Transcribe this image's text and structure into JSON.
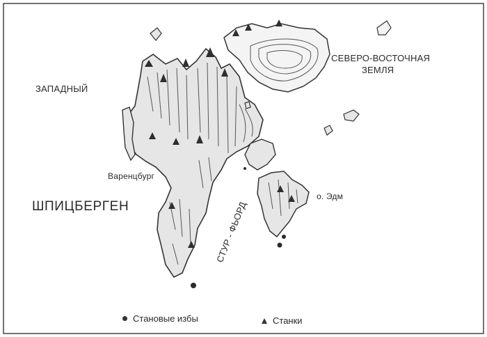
{
  "labels": {
    "west": "ЗАПАДНЫЙ",
    "spitsbergen": "ШПИЦБЕРГЕН",
    "northeast_line1": "СЕВЕРО-ВОСТОЧНАЯ",
    "northeast_line2": "ЗЕМЛЯ",
    "barentsburg": "Варенцбург",
    "fjord": "СТУР - ФЬОРД",
    "edge_island": "о. Эдм"
  },
  "legend": {
    "huts": "Становые избы",
    "stations": "Станки"
  },
  "colors": {
    "ink": "#2a2a2a",
    "land_fill": "#e6e6e6",
    "ice_fill": "#f4f4f4",
    "background": "#ffffff"
  }
}
